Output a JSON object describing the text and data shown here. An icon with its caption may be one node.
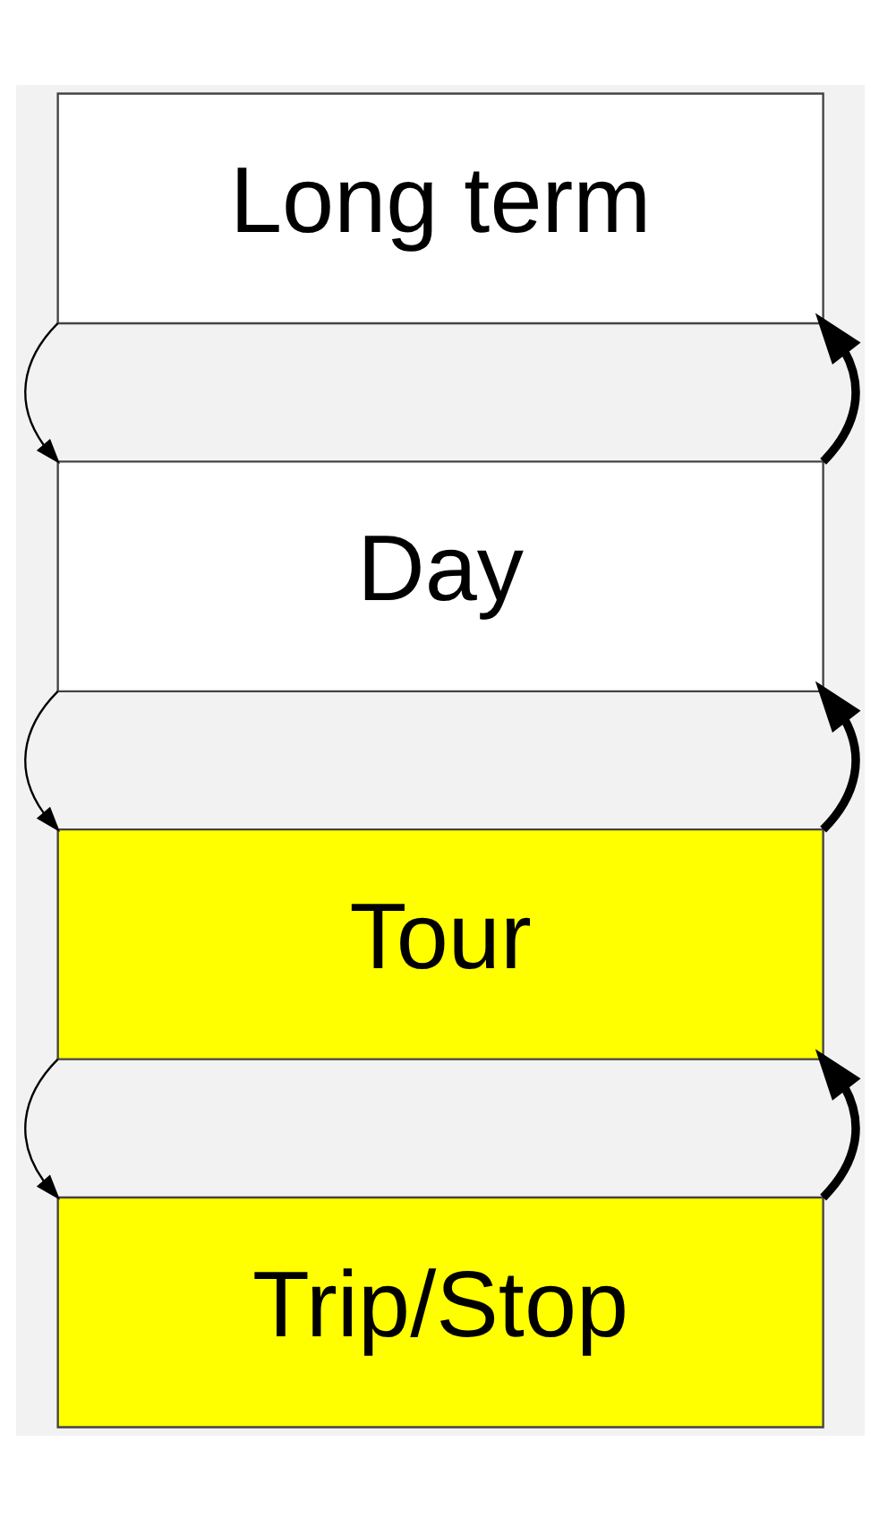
{
  "diagram": {
    "nodes": [
      {
        "text": [
          "Long term"
        ]
      },
      {
        "text": [
          "Day"
        ]
      },
      {
        "text": [
          "Tour"
        ]
      },
      {
        "text": [
          "Trip/Stop"
        ]
      }
    ],
    "edges": [
      {
        "from": 0,
        "to": 1,
        "arrow": "to"
      },
      {
        "from": 1,
        "to": 0,
        "arrow": "to",
        "style": "thick"
      },
      {
        "from": 1,
        "to": 2,
        "arrow": "to"
      },
      {
        "from": 2,
        "to": 1,
        "arrow": "to",
        "style": "thick"
      },
      {
        "from": 2,
        "to": 3,
        "arrow": "to"
      },
      {
        "from": 3,
        "to": 2,
        "arrow": "to",
        "style": "thick"
      }
    ]
  }
}
